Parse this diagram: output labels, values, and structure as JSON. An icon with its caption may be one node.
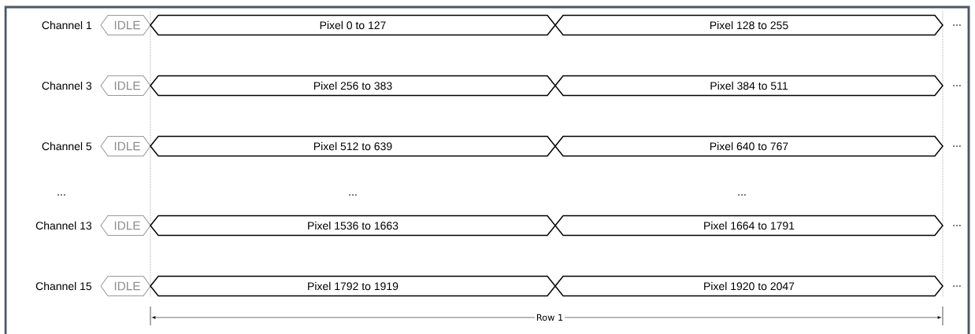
{
  "diagram": {
    "nodes": [
      {
        "text": [
          "IDLE"
        ]
      },
      {
        "text": [
          "Pixel 0 to 127"
        ]
      },
      {
        "text": [
          "Pixel 128 to 255"
        ]
      },
      {
        "text": [
          "IDLE"
        ]
      },
      {
        "text": [
          "Pixel 256 to 383"
        ]
      },
      {
        "text": [
          "Pixel 384 to 511"
        ]
      },
      {
        "text": [
          "IDLE"
        ]
      },
      {
        "text": [
          "Pixel 512 to 639"
        ]
      },
      {
        "text": [
          "Pixel 640 to 767"
        ]
      },
      {
        "text": [
          "IDLE"
        ]
      },
      {
        "text": [
          "Pixel 1536 to 1663"
        ]
      },
      {
        "text": [
          "Pixel 1664 to 1791"
        ]
      },
      {
        "text": [
          "IDLE"
        ]
      },
      {
        "text": [
          "Pixel 1792 to 1919"
        ]
      },
      {
        "text": [
          "Pixel 1920 to 2047"
        ]
      }
    ],
    "labels": [
      "Channel 1",
      "...",
      "Channel 3",
      "...",
      "Channel 5",
      "...",
      "...",
      "...",
      "...",
      "Channel 13",
      "...",
      "Channel 15",
      "...",
      "Row 1"
    ]
  }
}
